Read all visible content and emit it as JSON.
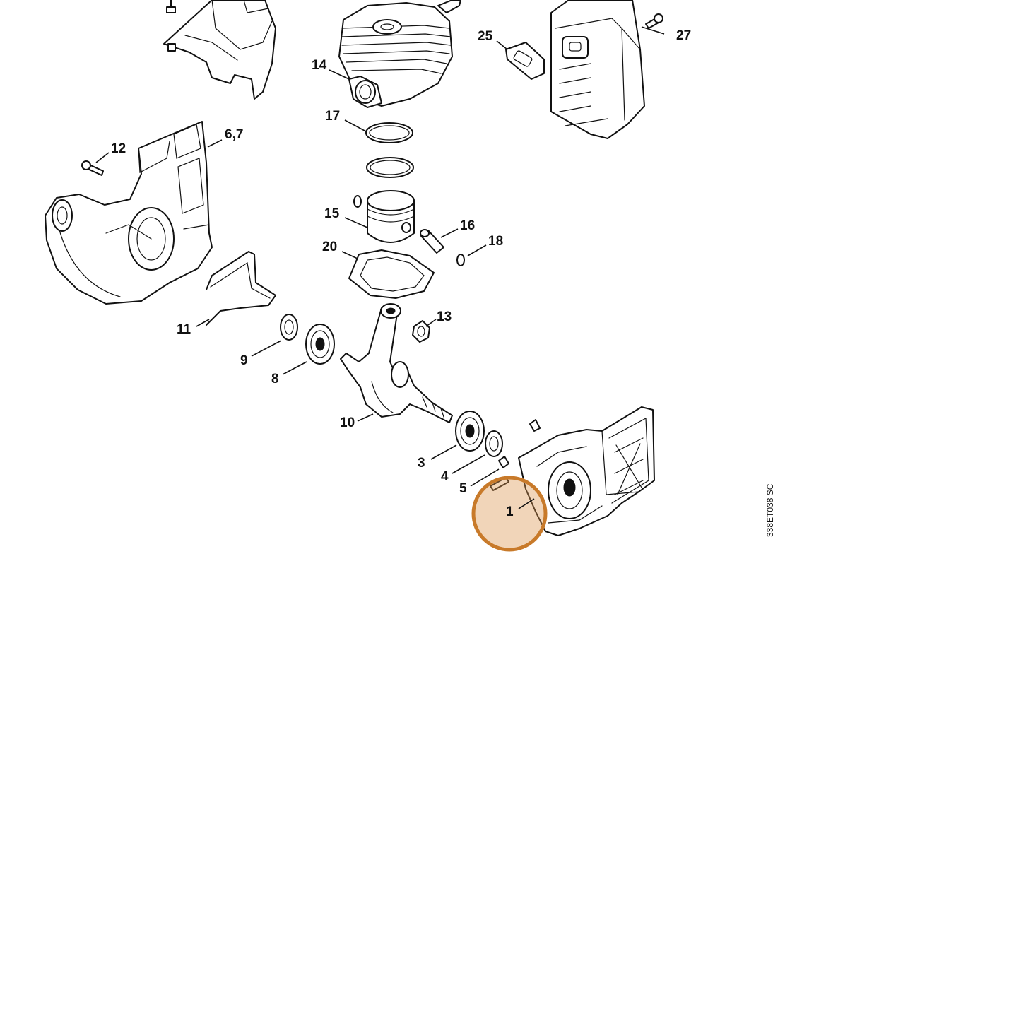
{
  "diagram_code": "338ET038 SC",
  "highlight_color": "#c87a2a",
  "highlight_fill": "rgba(220,150,80,0.40)",
  "labels": {
    "p1": "1",
    "p3": "3",
    "p4": "4",
    "p5": "5",
    "p67": "6,7",
    "p8": "8",
    "p9": "9",
    "p10": "10",
    "p11": "11",
    "p12": "12",
    "p13": "13",
    "p14": "14",
    "p15": "15",
    "p16": "16",
    "p17": "17",
    "p18": "18",
    "p20": "20",
    "p25": "25",
    "p27": "27"
  }
}
